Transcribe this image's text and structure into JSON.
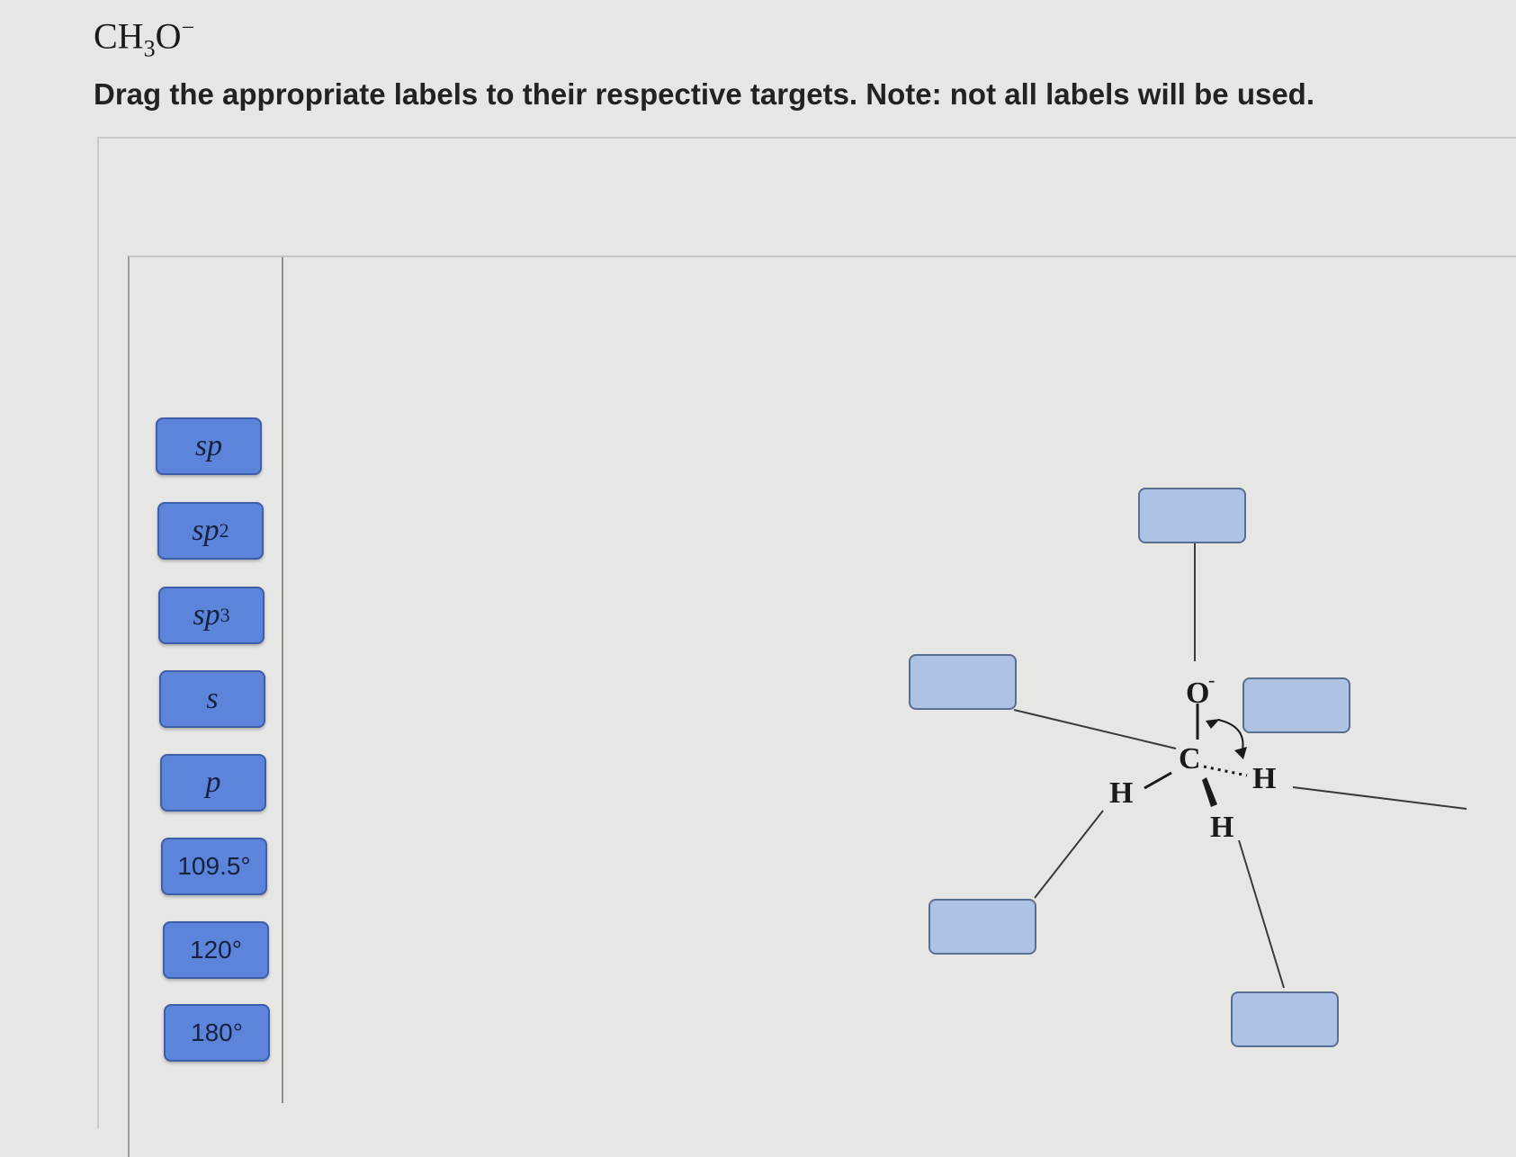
{
  "question": {
    "formula_main": "CH",
    "formula_sub": "3",
    "formula_tail": "O",
    "formula_charge": "−",
    "instruction": "Drag the appropriate labels to their respective targets. Note: not all labels will be used."
  },
  "labels": [
    {
      "id": "sp",
      "base": "sp",
      "sup": ""
    },
    {
      "id": "sp2",
      "base": "sp",
      "sup": "2"
    },
    {
      "id": "sp3",
      "base": "sp",
      "sup": "3"
    },
    {
      "id": "s",
      "base": "s",
      "sup": ""
    },
    {
      "id": "p",
      "base": "p",
      "sup": ""
    },
    {
      "id": "a1095",
      "text": "109.5°"
    },
    {
      "id": "a120",
      "text": "120°"
    },
    {
      "id": "a180",
      "text": "180°"
    }
  ],
  "molecule": {
    "oxygen": "O",
    "oxygen_charge": "-",
    "carbon": "C",
    "h_left": "H",
    "h_right": "H",
    "h_bottom": "H"
  },
  "colors": {
    "label_fill": "#5b84da",
    "target_fill": "#aec2e6",
    "background": "#e6e6e4"
  }
}
